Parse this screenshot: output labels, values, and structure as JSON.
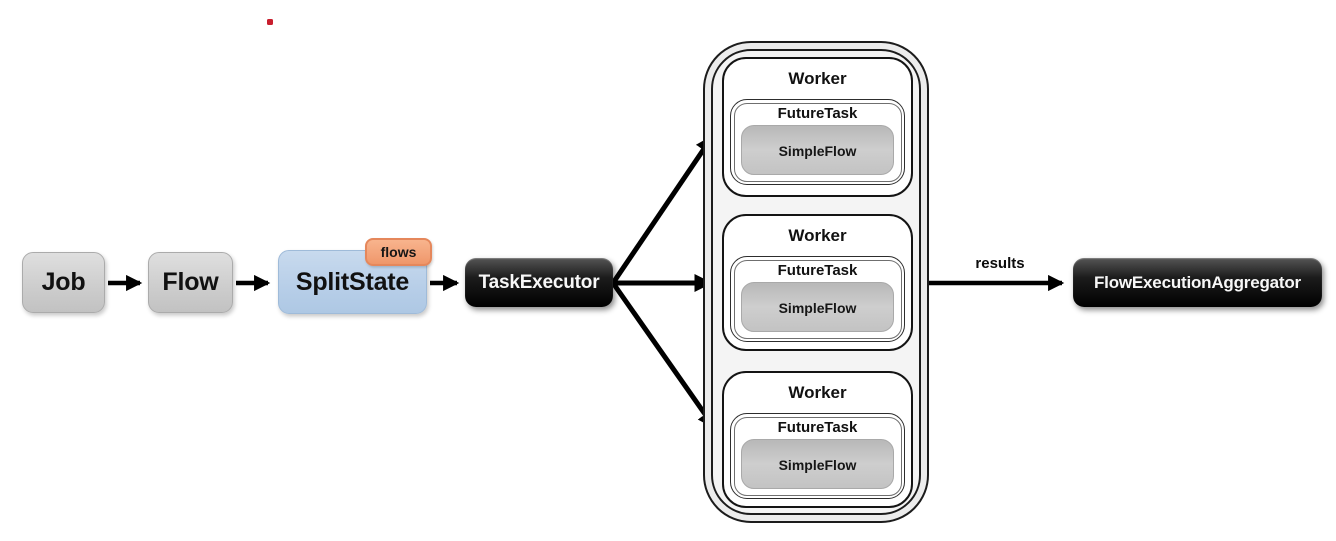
{
  "nodes": {
    "job": "Job",
    "flow": "Flow",
    "split_state": "SplitState",
    "flows_badge": "flows",
    "task_executor": "TaskExecutor",
    "aggregator": "FlowExecutionAggregator",
    "results_label": "results"
  },
  "workers": [
    {
      "title": "Worker",
      "future_task": "FutureTask",
      "simple_flow": "SimpleFlow"
    },
    {
      "title": "Worker",
      "future_task": "FutureTask",
      "simple_flow": "SimpleFlow"
    },
    {
      "title": "Worker",
      "future_task": "FutureTask",
      "simple_flow": "SimpleFlow"
    }
  ],
  "colors": {
    "node_gray": "#cdcdcd",
    "node_blue": "#b9cfe8",
    "badge_orange": "#f2a076",
    "badge_border": "#e5875b",
    "node_black": "#000000",
    "container_fill": "#f0f0f0",
    "simple_flow_fill": "#c6c6c6",
    "arrow": "#000000",
    "red_dot": "#c81e2d"
  }
}
